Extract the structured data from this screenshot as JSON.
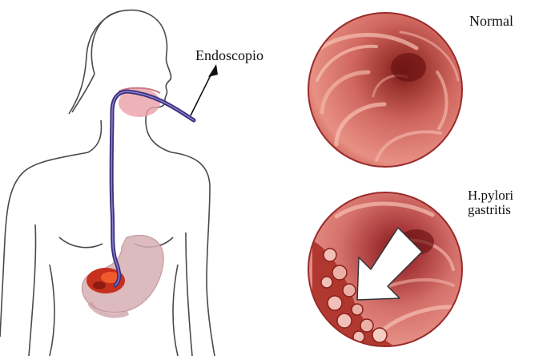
{
  "labels": {
    "endoscope": "Endoscopio",
    "normal": "Normal",
    "h_pylori": "H.pylori\ngastritis"
  },
  "colors": {
    "outline": "#4a4a4a",
    "tube": "#3a2f7a",
    "throat": "#e8a0a8",
    "stomach": "#cfa0a6",
    "lesion": "#c8301e",
    "mucosa": "#c95a58",
    "mucosa_light": "#f2b3a8",
    "arrow_fill": "#ffffff"
  },
  "icons": [
    "human-torso-outline",
    "endoscope-tube",
    "stomach",
    "endoscopic-view-normal",
    "endoscopic-view-gastritis",
    "pointer-arrow"
  ]
}
